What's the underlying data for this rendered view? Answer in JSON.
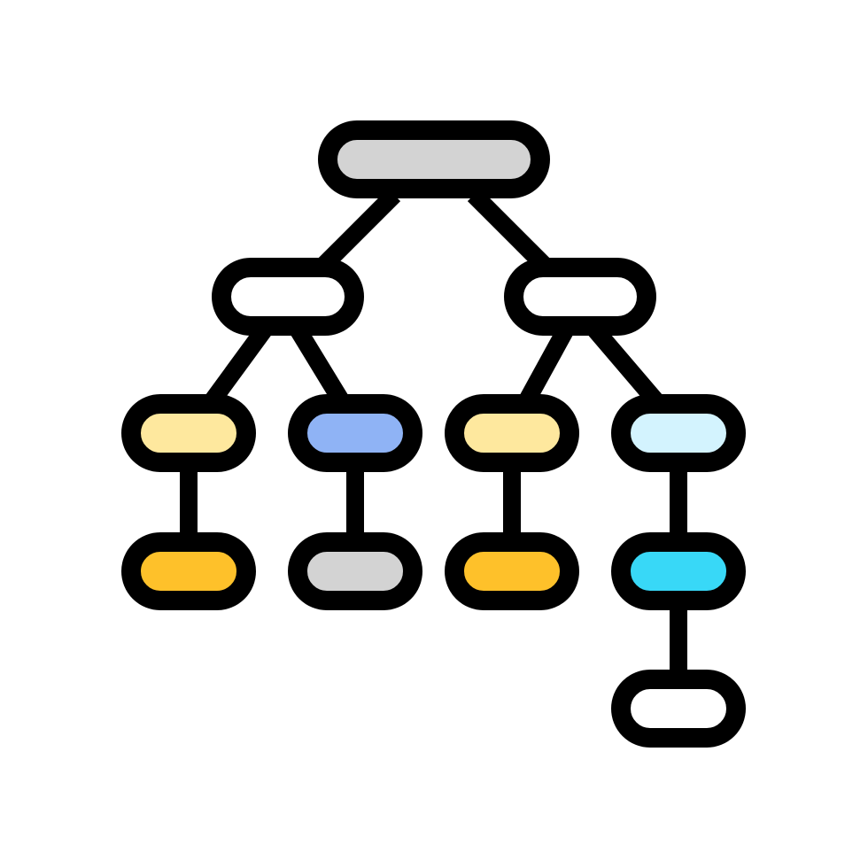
{
  "icon": {
    "name": "hierarchy-tree-icon",
    "outline_color": "#000000",
    "background_color": "#ffffff"
  },
  "nodes": [
    {
      "id": "root",
      "level": 0,
      "fill": "#d3d3d3"
    },
    {
      "id": "branch-left",
      "level": 1,
      "fill": "#ffffff"
    },
    {
      "id": "branch-right",
      "level": 1,
      "fill": "#ffffff"
    },
    {
      "id": "leaf-1",
      "level": 2,
      "fill": "#fee89e"
    },
    {
      "id": "leaf-2",
      "level": 2,
      "fill": "#8fb3f5"
    },
    {
      "id": "leaf-3",
      "level": 2,
      "fill": "#fee89e"
    },
    {
      "id": "leaf-4",
      "level": 2,
      "fill": "#d3f3fe"
    },
    {
      "id": "leaf-1-child",
      "level": 3,
      "fill": "#fec12a"
    },
    {
      "id": "leaf-2-child",
      "level": 3,
      "fill": "#d3d3d3"
    },
    {
      "id": "leaf-3-child",
      "level": 3,
      "fill": "#fec12a"
    },
    {
      "id": "leaf-4-child",
      "level": 3,
      "fill": "#38d8f7"
    },
    {
      "id": "leaf-4-grandchild",
      "level": 4,
      "fill": "#ffffff"
    }
  ],
  "edges": [
    [
      "root",
      "branch-left"
    ],
    [
      "root",
      "branch-right"
    ],
    [
      "branch-left",
      "leaf-1"
    ],
    [
      "branch-left",
      "leaf-2"
    ],
    [
      "branch-right",
      "leaf-3"
    ],
    [
      "branch-right",
      "leaf-4"
    ],
    [
      "leaf-1",
      "leaf-1-child"
    ],
    [
      "leaf-2",
      "leaf-2-child"
    ],
    [
      "leaf-3",
      "leaf-3-child"
    ],
    [
      "leaf-4",
      "leaf-4-child"
    ],
    [
      "leaf-4-child",
      "leaf-4-grandchild"
    ]
  ]
}
